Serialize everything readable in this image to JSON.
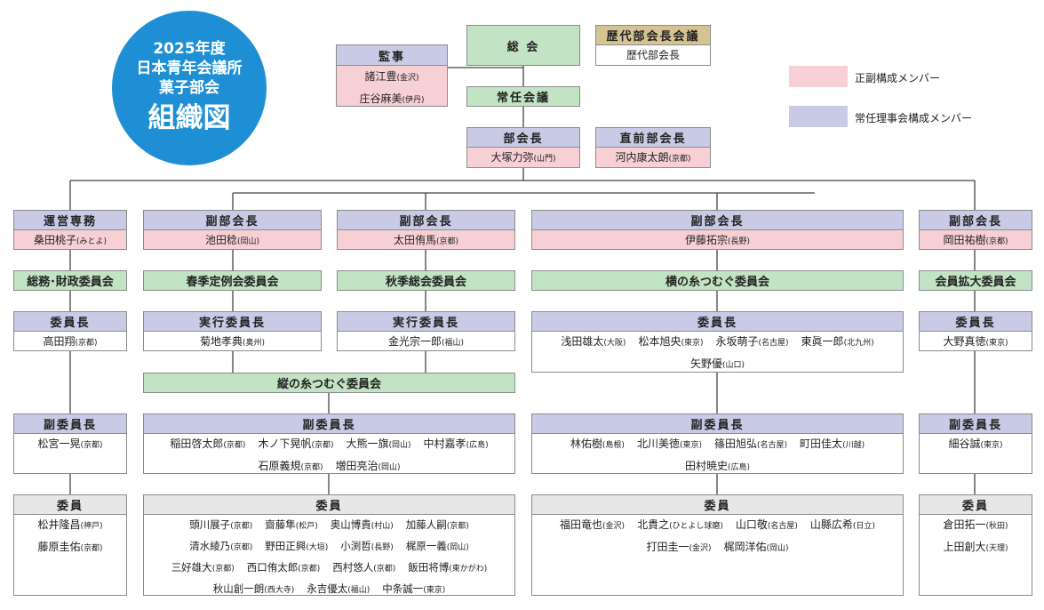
{
  "badge": {
    "line1": "2025年度",
    "line2": "日本青年会議所",
    "line3": "菓子部会",
    "line4": "組織図"
  },
  "legend": [
    {
      "label": "正副構成メンバー",
      "color": "#f7d0d6"
    },
    {
      "label": "常任理事会構成メンバー",
      "color": "#c9cbe6"
    }
  ],
  "top": {
    "soukai": "総 会",
    "rekidai": {
      "title": "歴代部会長会議",
      "member": "歴代部会長"
    },
    "kanji": {
      "title": "監事",
      "members": [
        {
          "name": "諸江豊",
          "loc": "(金沢)"
        },
        {
          "name": "庄谷麻美",
          "loc": "(伊丹)"
        }
      ]
    },
    "jonin": "常任会議",
    "bukaicho": {
      "title": "部会長",
      "name": "大塚力弥",
      "loc": "(山門)"
    },
    "chokuzen": {
      "title": "直前部会長",
      "name": "河内康太朗",
      "loc": "(京都)"
    }
  },
  "columns": {
    "c1": {
      "head": "運営専務",
      "name": "桑田桃子",
      "loc": "(みとよ)",
      "committee": "総務･財政委員会",
      "chair_title": "委員長",
      "chair": [
        {
          "name": "高田翔",
          "loc": "(京都)"
        }
      ],
      "vice_title": "副委員長",
      "vice": [
        {
          "name": "松宮一晃",
          "loc": "(京都)"
        }
      ],
      "mem_title": "委員",
      "members": [
        {
          "name": "松井隆昌",
          "loc": "(神戸)"
        },
        {
          "name": "藤原圭佑",
          "loc": "(京都)"
        }
      ]
    },
    "c2": {
      "head": "副部会長",
      "name": "池田稔",
      "loc": "(岡山)",
      "committee": "春季定例会委員会",
      "chair_title": "実行委員長",
      "chair": [
        {
          "name": "菊地孝典",
          "loc": "(奥州)"
        }
      ]
    },
    "c3": {
      "head": "副部会長",
      "name": "太田侑馬",
      "loc": "(京都)",
      "committee": "秋季総会委員会",
      "chair_title": "実行委員長",
      "chair": [
        {
          "name": "金光宗一郎",
          "loc": "(福山)"
        }
      ]
    },
    "tate": {
      "committee": "縦の糸つむぐ委員会",
      "vice_title": "副委員長",
      "vice": [
        [
          {
            "name": "稲田啓太郎",
            "loc": "(京都)"
          },
          {
            "name": "木ノ下晃帆",
            "loc": "(京都)"
          },
          {
            "name": "大熊一旗",
            "loc": "(岡山)"
          },
          {
            "name": "中村嘉孝",
            "loc": "(広島)"
          }
        ],
        [
          {
            "name": "石原義規",
            "loc": "(京都)"
          },
          {
            "name": "増田亮治",
            "loc": "(岡山)"
          }
        ]
      ],
      "mem_title": "委員",
      "members": [
        [
          {
            "name": "頭川展子",
            "loc": "(京都)"
          },
          {
            "name": "齋藤隼",
            "loc": "(松戸)"
          },
          {
            "name": "奥山博貴",
            "loc": "(村山)"
          },
          {
            "name": "加藤人嗣",
            "loc": "(京都)"
          }
        ],
        [
          {
            "name": "清水綾乃",
            "loc": "(京都)"
          },
          {
            "name": "野田正興",
            "loc": "(大垣)"
          },
          {
            "name": "小渕哲",
            "loc": "(長野)"
          },
          {
            "name": "梶原一義",
            "loc": "(岡山)"
          }
        ],
        [
          {
            "name": "三好雄大",
            "loc": "(京都)"
          },
          {
            "name": "西口侑太郎",
            "loc": "(京都)"
          },
          {
            "name": "西村悠人",
            "loc": "(京都)"
          },
          {
            "name": "飯田将博",
            "loc": "(東かがわ)"
          }
        ],
        [
          {
            "name": "秋山創一朗",
            "loc": "(西大寺)"
          },
          {
            "name": "永吉優太",
            "loc": "(福山)"
          },
          {
            "name": "中条誠一",
            "loc": "(東京)"
          }
        ]
      ]
    },
    "c4": {
      "head": "副部会長",
      "name": "伊藤拓宗",
      "loc": "(長野)",
      "committee": "横の糸つむぐ委員会",
      "chair_title": "委員長",
      "chair": [
        [
          {
            "name": "浅田雄太",
            "loc": "(大阪)"
          },
          {
            "name": "松本旭央",
            "loc": "(東京)"
          },
          {
            "name": "永坂萌子",
            "loc": "(名古屋)"
          },
          {
            "name": "東眞一郎",
            "loc": "(北九州)"
          }
        ],
        [
          {
            "name": "矢野優",
            "loc": "(山口)"
          }
        ]
      ],
      "vice_title": "副委員長",
      "vice": [
        [
          {
            "name": "林佑樹",
            "loc": "(島根)"
          },
          {
            "name": "北川美徳",
            "loc": "(東京)"
          },
          {
            "name": "篠田旭弘",
            "loc": "(名古屋)"
          },
          {
            "name": "町田佳太",
            "loc": "(川越)"
          }
        ],
        [
          {
            "name": "田村暁史",
            "loc": "(広島)"
          }
        ]
      ],
      "mem_title": "委員",
      "members": [
        [
          {
            "name": "福田竜也",
            "loc": "(金沢)"
          },
          {
            "name": "北貴之",
            "loc": "(ひとよし球磨)"
          },
          {
            "name": "山口敬",
            "loc": "(名古屋)"
          },
          {
            "name": "山縣広希",
            "loc": "(日立)"
          }
        ],
        [
          {
            "name": "打田圭一",
            "loc": "(金沢)"
          },
          {
            "name": "梶岡洋佑",
            "loc": "(岡山)"
          }
        ]
      ]
    },
    "c5": {
      "head": "副部会長",
      "name": "岡田祐樹",
      "loc": "(京都)",
      "committee": "会員拡大委員会",
      "chair_title": "委員長",
      "chair": [
        {
          "name": "大野真徳",
          "loc": "(東京)"
        }
      ],
      "vice_title": "副委員長",
      "vice": [
        {
          "name": "細谷誠",
          "loc": "(東京)"
        }
      ],
      "mem_title": "委員",
      "members": [
        {
          "name": "倉田拓一",
          "loc": "(秋田)"
        },
        {
          "name": "上田創大",
          "loc": "(天理)"
        }
      ]
    }
  }
}
